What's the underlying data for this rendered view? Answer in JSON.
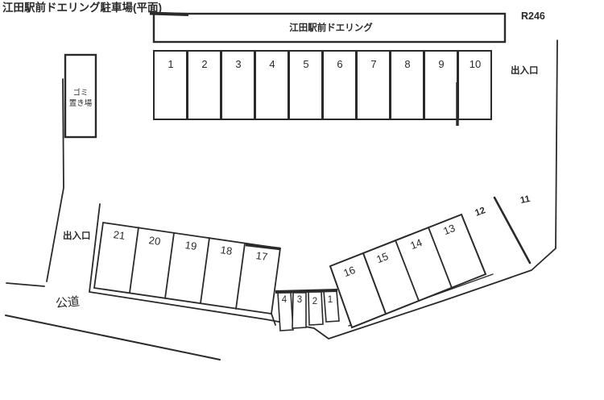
{
  "title": "江田駅前ドエリング駐車場(平面)",
  "building": {
    "label": "江田駅前ドエリング"
  },
  "labels": {
    "route": "R246",
    "entrance_right": "出入口",
    "entrance_left": "出入口",
    "trash_line1": "ゴミ",
    "trash_line2": "置き場",
    "public_road": "公道"
  },
  "spaces": {
    "top_row": [
      "1",
      "2",
      "3",
      "4",
      "5",
      "6",
      "7",
      "8",
      "9",
      "10"
    ],
    "left_angled_row": [
      "21",
      "20",
      "19",
      "18",
      "17"
    ],
    "small_row": [
      "4",
      "3",
      "2",
      "1"
    ],
    "right_angled_row": [
      "16",
      "15",
      "14",
      "13"
    ],
    "line_spaces": [
      "12",
      "11"
    ]
  },
  "colors": {
    "ink": "#2a2a2a",
    "background": "#ffffff"
  }
}
